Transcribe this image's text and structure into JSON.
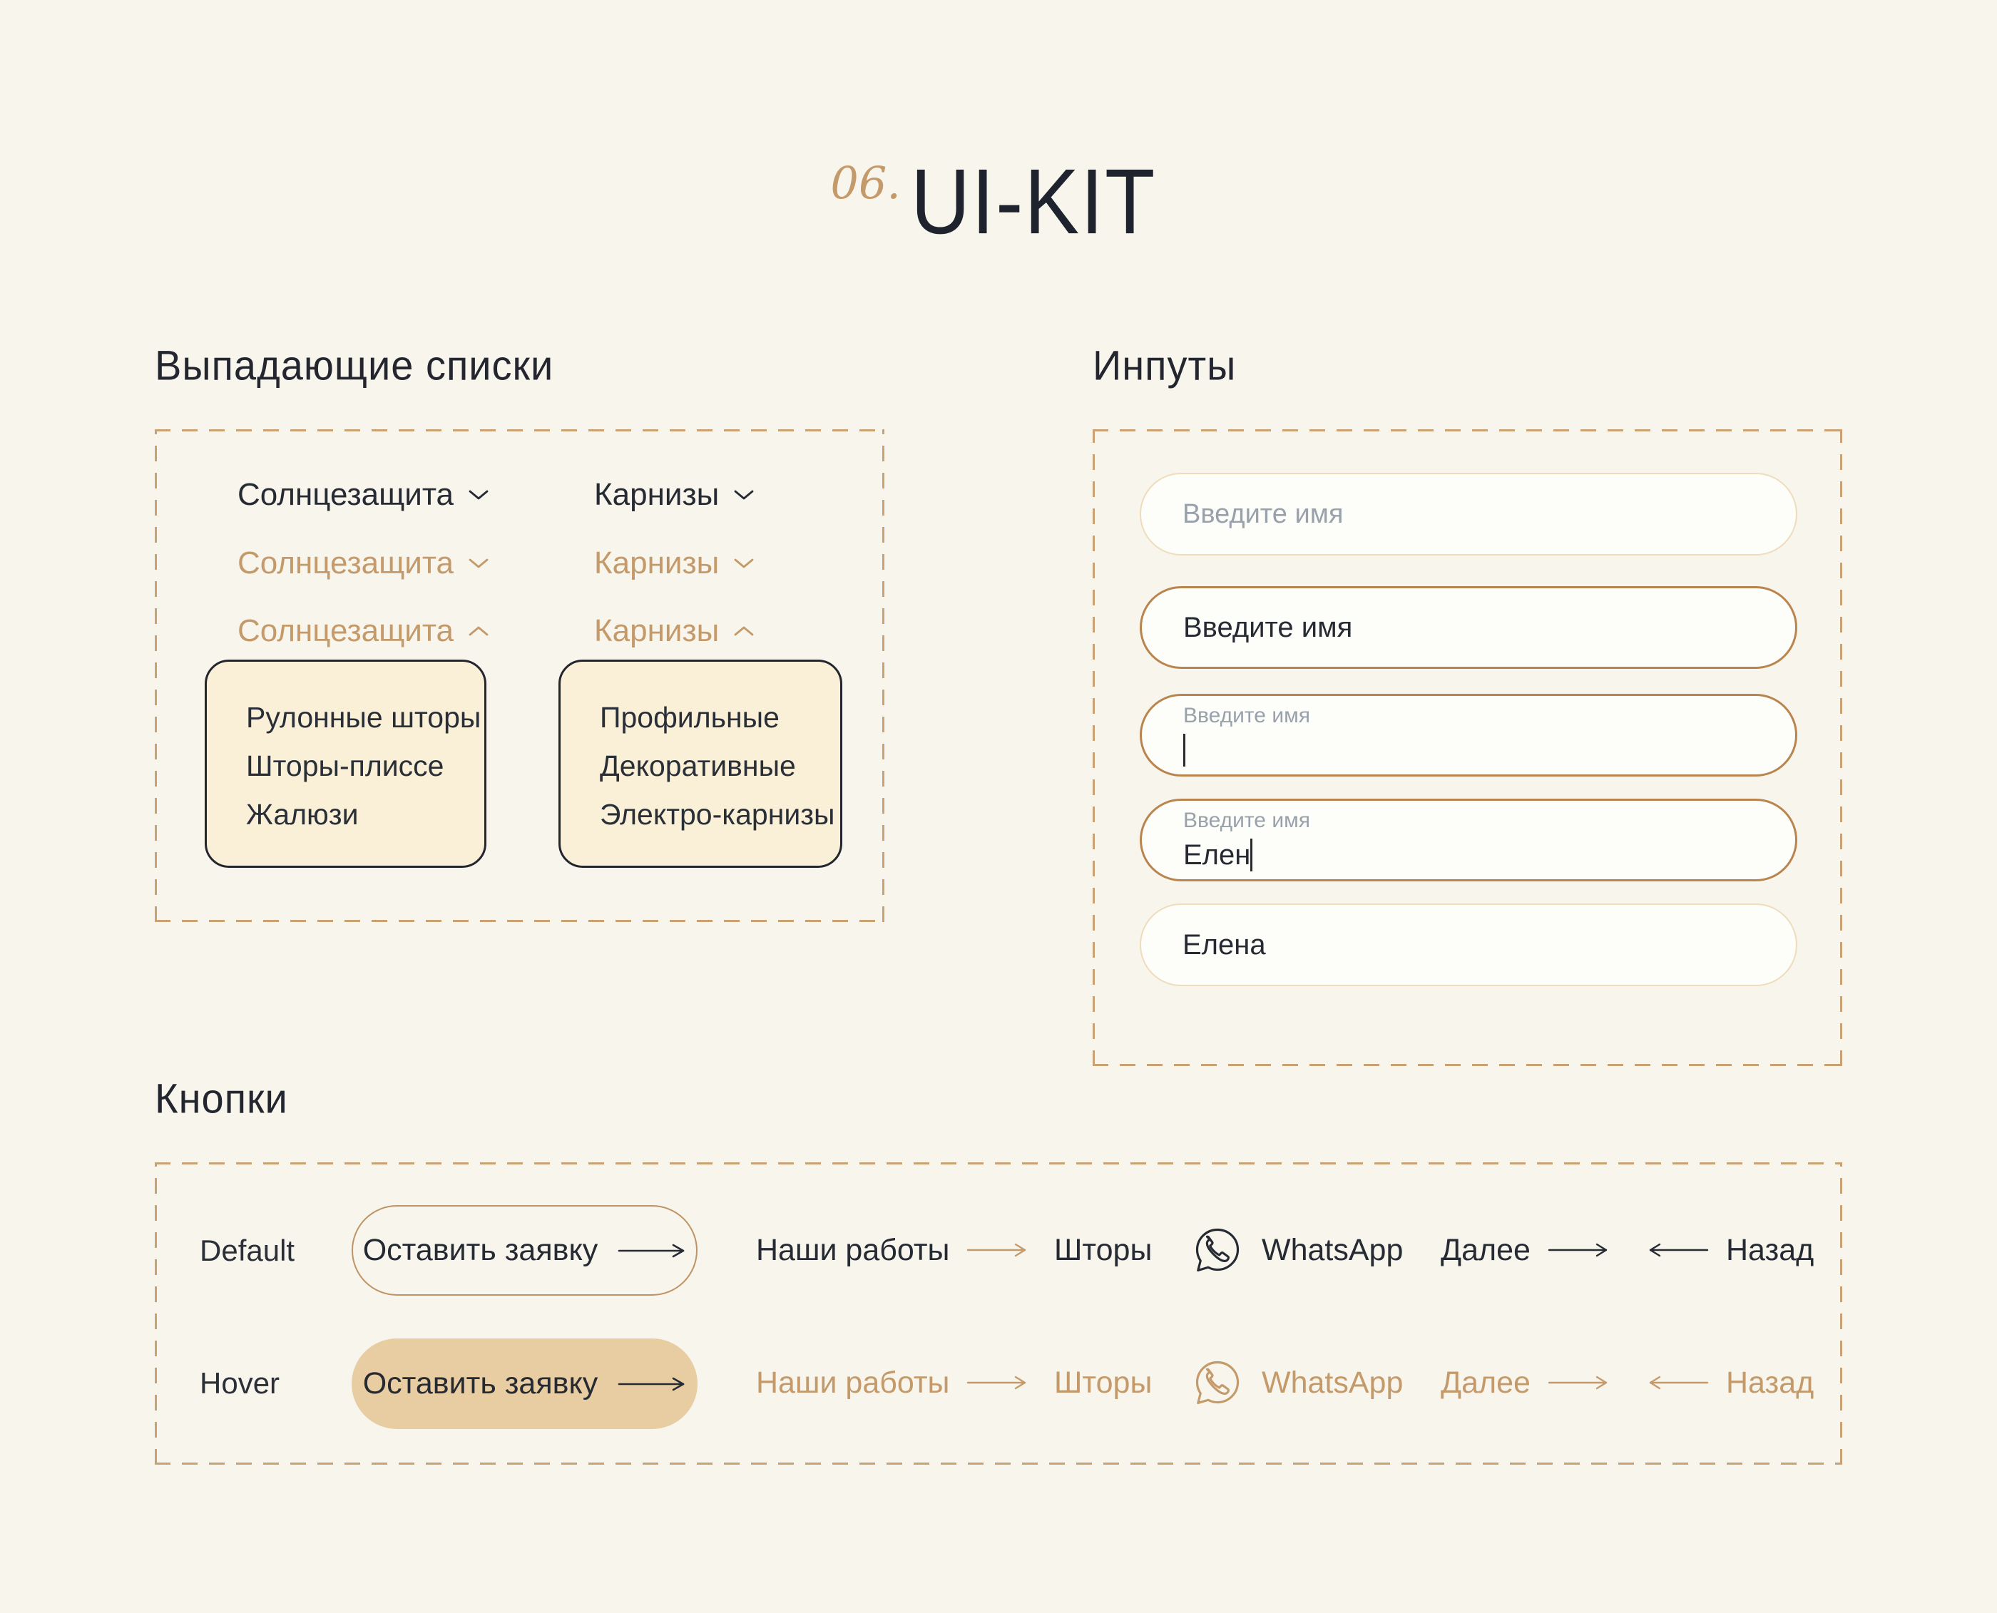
{
  "title": {
    "number": "06.",
    "name": "UI-KIT"
  },
  "dropdowns": {
    "heading": "Выпадающие списки",
    "col_a": {
      "label": "Солнцезащита",
      "items": [
        "Рулонные шторы",
        "Шторы-плиссе",
        "Жалюзи"
      ]
    },
    "col_b": {
      "label": "Карнизы",
      "items": [
        "Профильные",
        "Декоративные",
        "Электро-карнизы"
      ]
    }
  },
  "inputs": {
    "heading": "Инпуты",
    "placeholder": "Введите имя",
    "typing_value": "Елен",
    "filled_value": "Елена"
  },
  "buttons": {
    "heading": "Кнопки",
    "row_default": "Default",
    "row_hover": "Hover",
    "primary_label": "Оставить заявку",
    "works": "Наши работы",
    "curtains": "Шторы",
    "whatsapp": "WhatsApp",
    "next": "Далее",
    "back": "Назад"
  },
  "colors": {
    "background": "#f8f5ec",
    "dark": "#262a33",
    "accent": "#c49a6b",
    "panel_bg": "#faf0d8",
    "hover_fill": "#e8cda2",
    "input_border_light": "#eedcba",
    "input_border_brown": "#b9854f",
    "placeholder_gray": "#99a1ab"
  }
}
